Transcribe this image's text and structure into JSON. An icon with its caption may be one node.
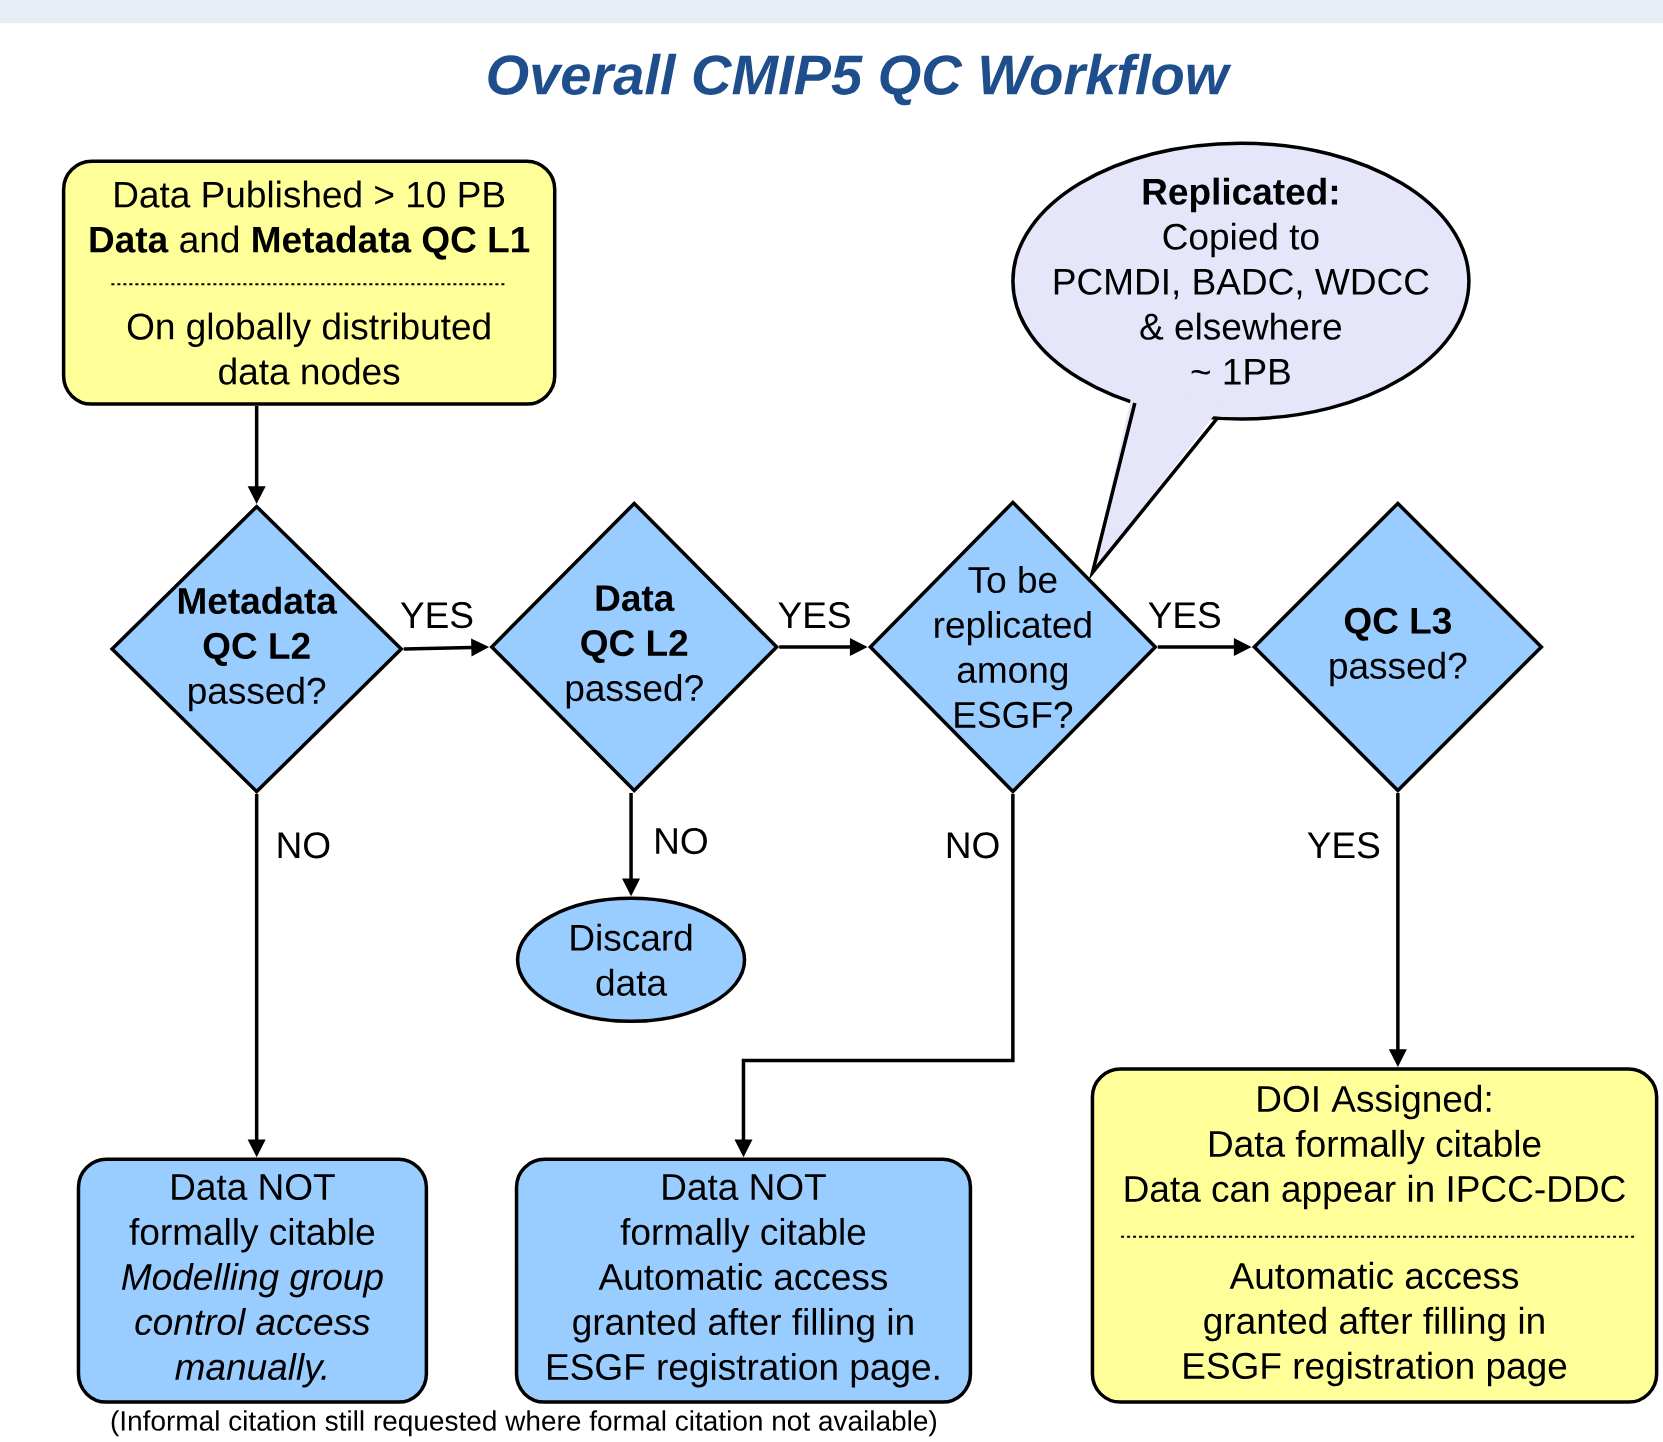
{
  "diagram": {
    "title": "Overall CMIP5 QC Workflow",
    "nodes": [
      {
        "text": [
          "Data Published > 10 PB",
          "**Data** and **Metadata QC L1**",
          "On globally distributed data nodes"
        ]
      },
      {
        "text": [
          "**Metadata QC L2** passed?"
        ]
      },
      {
        "text": [
          "**Data QC L2** passed?"
        ]
      },
      {
        "text": [
          "To be replicated among ESGF?"
        ]
      },
      {
        "text": [
          "**QC L3** passed?"
        ]
      },
      {
        "text": [
          "Replicated:",
          "Copied to",
          "PCMDI, BADC, WDCC",
          "& elsewhere",
          "~ 1PB"
        ]
      },
      {
        "text": [
          "Discard data"
        ]
      },
      {
        "text": [
          "Data NOT formally citable",
          "Modelling group control access manually."
        ]
      },
      {
        "text": [
          "Data NOT formally citable",
          "Automatic access granted after filling in ESGF registration page."
        ]
      },
      {
        "text": [
          "DOI Assigned:",
          "Data formally citable",
          "Data can appear in IPCC-DDC",
          "Automatic access granted after filling in ESGF registration page"
        ]
      }
    ],
    "edges": [
      {
        "from": 0,
        "to": 1,
        "arrow": "to"
      },
      {
        "from": 1,
        "to": 2,
        "arrow": "to",
        "label": "YES"
      },
      {
        "from": 2,
        "to": 3,
        "arrow": "to",
        "label": "YES"
      },
      {
        "from": 3,
        "to": 4,
        "arrow": "to",
        "label": "YES"
      },
      {
        "from": 1,
        "to": 7,
        "arrow": "to",
        "label": "NO"
      },
      {
        "from": 2,
        "to": 6,
        "arrow": "to",
        "label": "NO"
      },
      {
        "from": 3,
        "to": 8,
        "arrow": "to",
        "label": "NO"
      },
      {
        "from": 4,
        "to": 9,
        "arrow": "to",
        "label": "YES"
      }
    ],
    "labels": [
      "(Informal citation still requested where formal citation not available)"
    ]
  }
}
